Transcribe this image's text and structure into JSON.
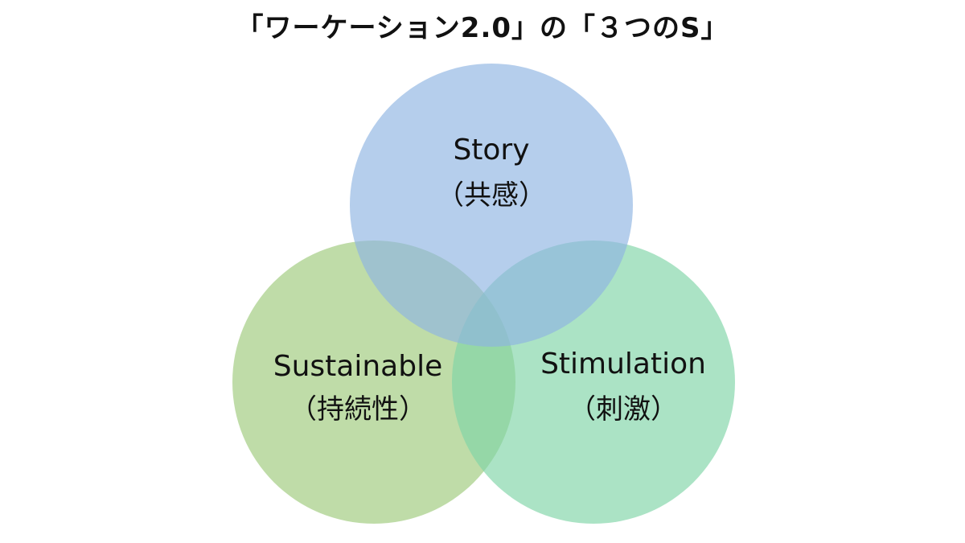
{
  "title": "「ワーケーション2.0」の「３つのS」",
  "circles": [
    {
      "id": "story",
      "name": "Story",
      "sub": "（共感）",
      "color": "#8db4e2"
    },
    {
      "id": "sustainable",
      "name": "Sustainable",
      "sub": "（持続性）",
      "color": "#9cc97a"
    },
    {
      "id": "stimulation",
      "name": "Stimulation",
      "sub": "（刺激）",
      "color": "#7ed4a6"
    }
  ]
}
